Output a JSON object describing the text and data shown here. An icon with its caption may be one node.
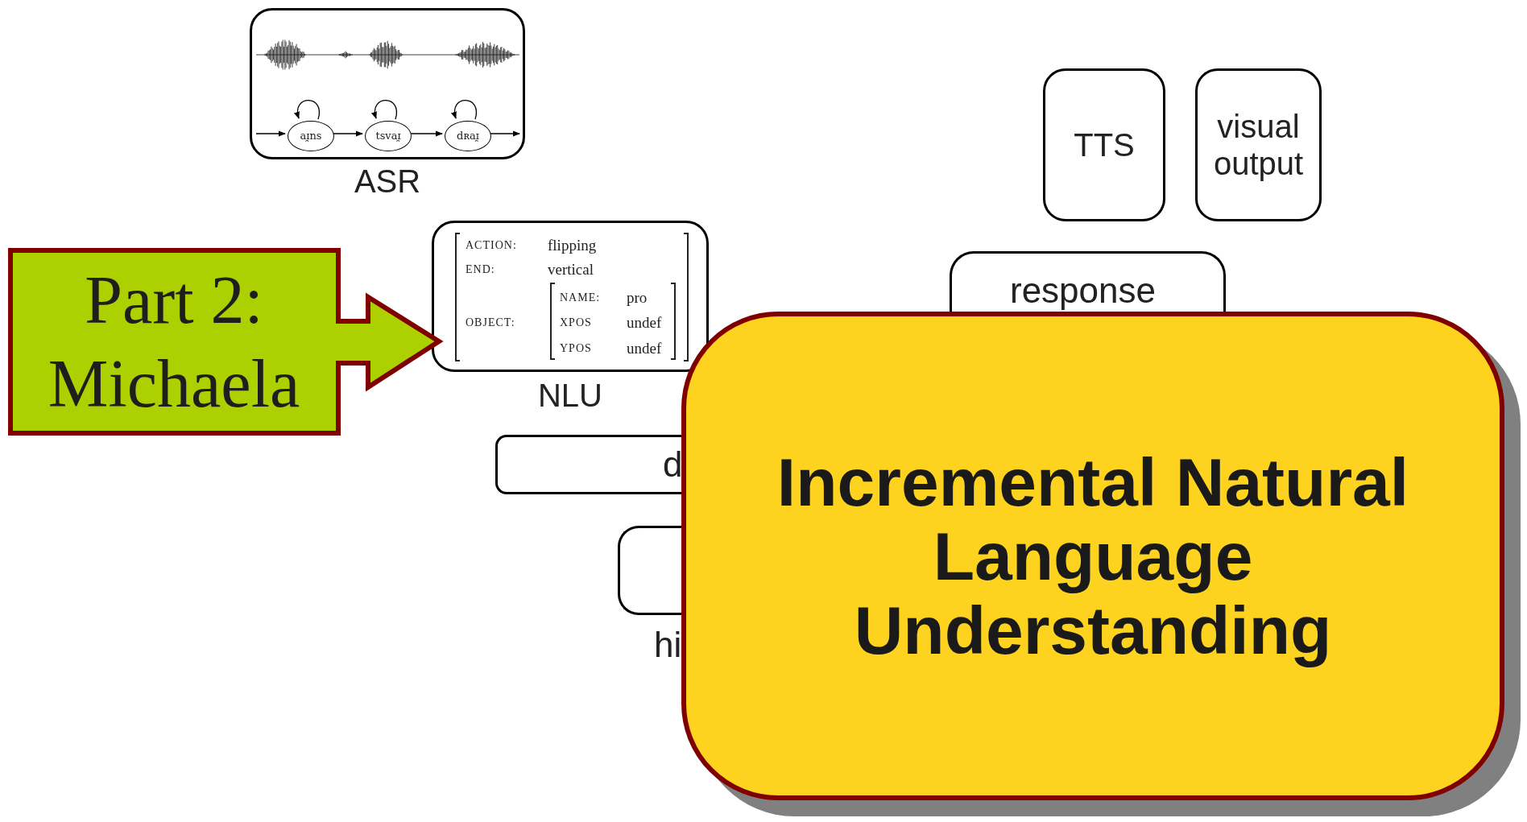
{
  "diagram": {
    "nodes": [
      {
        "text": [
          "ASR"
        ]
      },
      {
        "text": [
          "aɪ̯ns"
        ],
        "in": 0
      },
      {
        "text": [
          "tsvaɪ̯"
        ],
        "in": 0
      },
      {
        "text": [
          "dʀaɪ̯"
        ],
        "in": 0
      },
      {
        "text": [
          "ACTION:",
          "flipping",
          "END:",
          "vertical",
          "OBJECT:",
          "NAME:",
          "pro",
          "XPOS",
          "undef",
          "YPOS",
          "undef",
          "NLU"
        ]
      },
      {
        "text": [
          "Part 2: Michaela"
        ]
      },
      {
        "text": [
          "d"
        ]
      },
      {
        "text": [
          "hi"
        ]
      },
      {
        "text": [
          "TTS"
        ]
      },
      {
        "text": [
          "visual output"
        ]
      },
      {
        "text": [
          "response"
        ]
      },
      {
        "text": [
          "Incremental Natural Language Understanding"
        ]
      }
    ],
    "edges": [
      {
        "from": null,
        "to": 1,
        "arrow": "to"
      },
      {
        "from": 1,
        "to": 1,
        "arrow": "to"
      },
      {
        "from": 1,
        "to": 2,
        "arrow": "to"
      },
      {
        "from": 2,
        "to": 2,
        "arrow": "to"
      },
      {
        "from": 2,
        "to": 3,
        "arrow": "to"
      },
      {
        "from": 3,
        "to": 3,
        "arrow": "to"
      },
      {
        "from": 3,
        "to": null,
        "arrow": "to"
      }
    ]
  }
}
